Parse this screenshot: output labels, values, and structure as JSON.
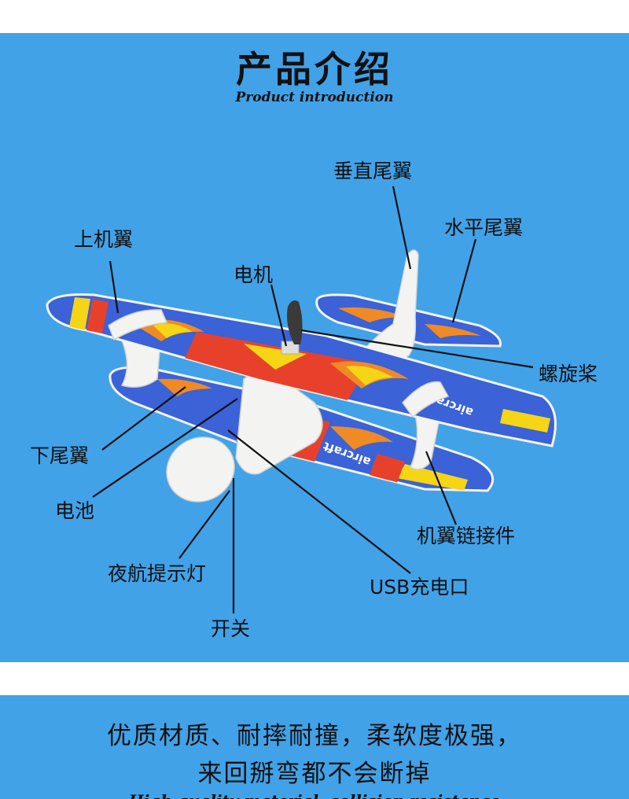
{
  "intro": {
    "title_cn": "产品介绍",
    "title_en": "Product introduction",
    "plane_logo": "aircraft",
    "labels": {
      "vertical_tail": "垂直尾翼",
      "horizontal_tail": "水平尾翼",
      "upper_wing": "上机翼",
      "motor": "电机",
      "propeller": "螺旋桨",
      "lower_tail": "下尾翼",
      "battery": "电池",
      "wing_connector": "机翼链接件",
      "night_light": "夜航提示灯",
      "usb_port": "USB充电口",
      "switch": "开关"
    }
  },
  "feature": {
    "line1": "优质材质、耐摔耐撞，柔软度极强，",
    "line2": "来回掰弯都不会断掉",
    "english": "High quality material, collision resistance"
  },
  "colors": {
    "background_blue": "#41a2e8",
    "wing_blue": "#3b62d6",
    "stripe_red": "#e8412b",
    "stripe_yellow": "#f5d515",
    "foam_white": "#f3f3f1"
  }
}
